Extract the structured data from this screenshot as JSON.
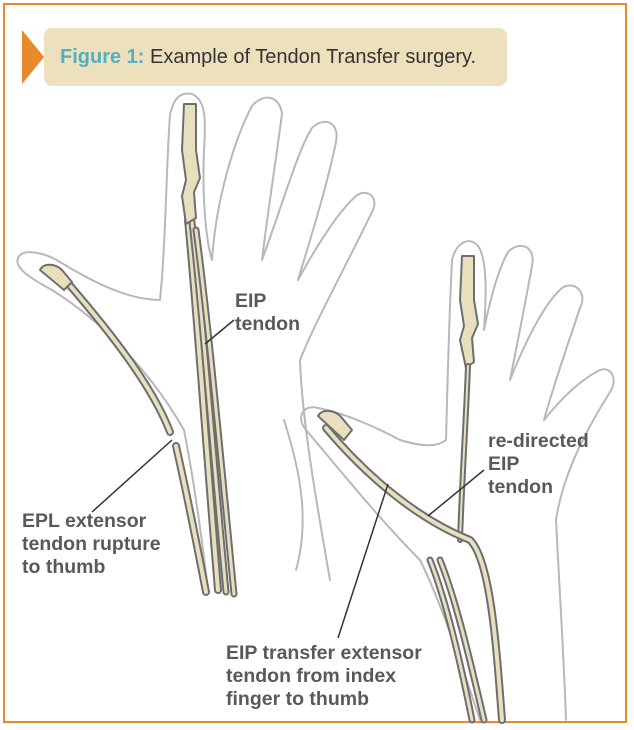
{
  "figure": {
    "caption_label": "Figure 1:",
    "caption_text": "Example of Tendon Transfer surgery."
  },
  "annotations": {
    "eip_tendon": [
      "EIP",
      "tendon"
    ],
    "epl_rupture": [
      "EPL extensor",
      "tendon rupture",
      "to thumb"
    ],
    "redirected": [
      "re-directed",
      "EIP",
      "tendon"
    ],
    "transfer": [
      "EIP transfer extensor",
      "tendon from index",
      "finger to thumb"
    ]
  },
  "colors": {
    "frame": "#e8892b",
    "caption_bg": "#ece0bd",
    "caption_label": "#4fb1c1",
    "tendon_fill": "#e8dfbd",
    "tendon_outline": "#6d6e71",
    "hand_outline": "#b8b8b8",
    "annotation_text": "#58595b"
  }
}
